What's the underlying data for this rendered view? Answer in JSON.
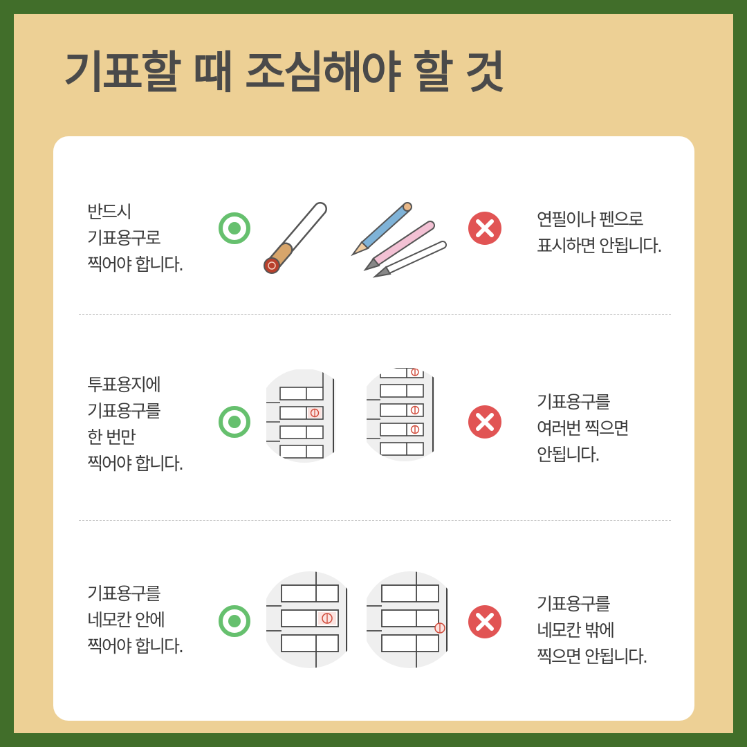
{
  "title": "기표할 때 조심해야 할 것",
  "colors": {
    "border": "#416e2a",
    "background": "#edd095",
    "card": "#ffffff",
    "ok": "#66c06e",
    "no": "#e15454",
    "stamp": "#b8402c"
  },
  "rules": [
    {
      "do_lines": [
        "반드시",
        "기표용구로",
        "찍어야 합니다."
      ],
      "dont_lines": [
        "연필이나 펜으로",
        "표시하면 안됩니다."
      ],
      "do_icon": "correct-circle-icon",
      "dont_icon": "wrong-x-icon"
    },
    {
      "do_lines": [
        "투표용지에",
        "기표용구를",
        "한 번만",
        "찍어야 합니다."
      ],
      "dont_lines": [
        "기표용구를",
        "여러번 찍으면",
        "안됩니다."
      ],
      "do_icon": "correct-circle-icon",
      "dont_icon": "wrong-x-icon"
    },
    {
      "do_lines": [
        "기표용구를",
        "네모칸 안에",
        "찍어야 합니다."
      ],
      "dont_lines": [
        "기표용구를",
        "네모칸 밖에",
        "찍으면 안됩니다."
      ],
      "do_icon": "correct-circle-icon",
      "dont_icon": "wrong-x-icon"
    }
  ]
}
